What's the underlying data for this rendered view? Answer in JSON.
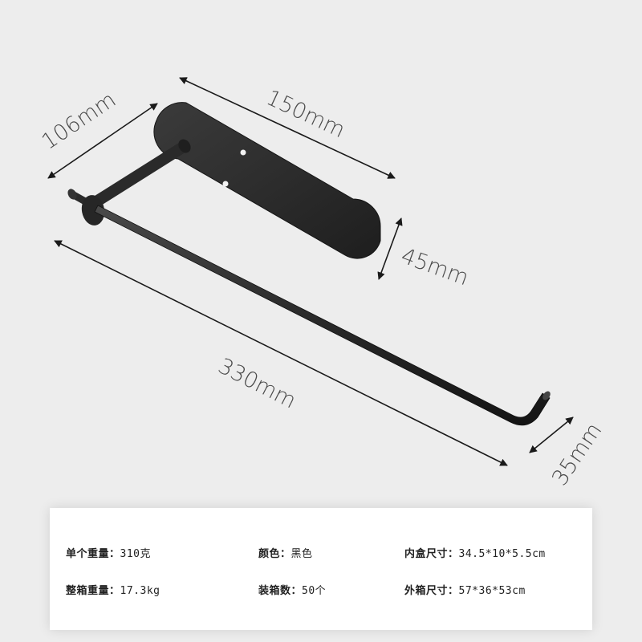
{
  "dimensions": {
    "plate_length": "150mm",
    "depth": "106mm",
    "plate_height": "45mm",
    "bar_length": "330mm",
    "hook_height": "35mm"
  },
  "specs": {
    "unit_weight_label": "单个重量：",
    "unit_weight_value": "310克",
    "color_label": "颜色：",
    "color_value": "黑色",
    "inner_box_label": "内盒尺寸：",
    "inner_box_value": "34.5*10*5.5cm",
    "carton_weight_label": "整箱重量：",
    "carton_weight_value": "17.3kg",
    "carton_qty_label": "装箱数：",
    "carton_qty_value": "50个",
    "outer_box_label": "外箱尺寸：",
    "outer_box_value": "57*36*53cm"
  },
  "colors": {
    "background": "#ededed",
    "product": "#2a2a2a",
    "dimension_lines": "#1a1a1a",
    "card": "#ffffff"
  }
}
